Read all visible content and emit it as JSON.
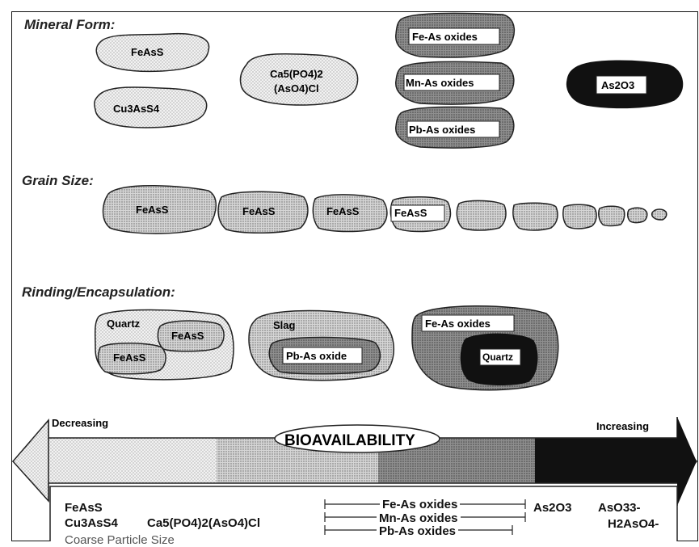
{
  "sections": {
    "mineral_form": "Mineral Form:",
    "grain_size": "Grain Size:",
    "rinding": "Rinding/Encapsulation:"
  },
  "mineral_form": {
    "feass": "FeAsS",
    "cu3ass4": "Cu3AsS4",
    "apatite_line1": "Ca5(PO4)2",
    "apatite_line2": "(AsO4)Cl",
    "fe_as_oxides": "Fe-As oxides",
    "mn_as_oxides": "Mn-As oxides",
    "pb_as_oxides": "Pb-As oxides",
    "as2o3": "As2O3"
  },
  "grain_size": {
    "labels": [
      "FeAsS",
      "FeAsS",
      "FeAsS",
      "FeAsS"
    ]
  },
  "rinding": {
    "quartz": "Quartz",
    "feass_inner_top": "FeAsS",
    "feass_inner_bottom": "FeAsS",
    "slag": "Slag",
    "pb_as_oxide": "Pb-As oxide",
    "fe_as_oxides": "Fe-As oxides",
    "quartz_inner": "Quartz"
  },
  "arrow": {
    "decreasing": "Decreasing",
    "increasing": "Increasing",
    "bioavailability": "BIOAVAILABILITY"
  },
  "bottom_box": {
    "feass": "FeAsS",
    "cu3ass4": "Cu3AsS4",
    "apatite": "Ca5(PO4)2(AsO4)Cl",
    "fe_as_oxides": "Fe-As oxides",
    "mn_as_oxides": "Mn-As oxides",
    "pb_as_oxides": "Pb-As oxides",
    "as2o3": "As2O3",
    "aso3": "AsO33-",
    "h2aso4": "H2AsO4-",
    "footer": "Coarse Particle Size"
  },
  "colors": {
    "light_stipple": "#ececec",
    "medium_grey": "#b5b5b5",
    "dark_grey": "#8a8a8a",
    "black": "#111111"
  }
}
